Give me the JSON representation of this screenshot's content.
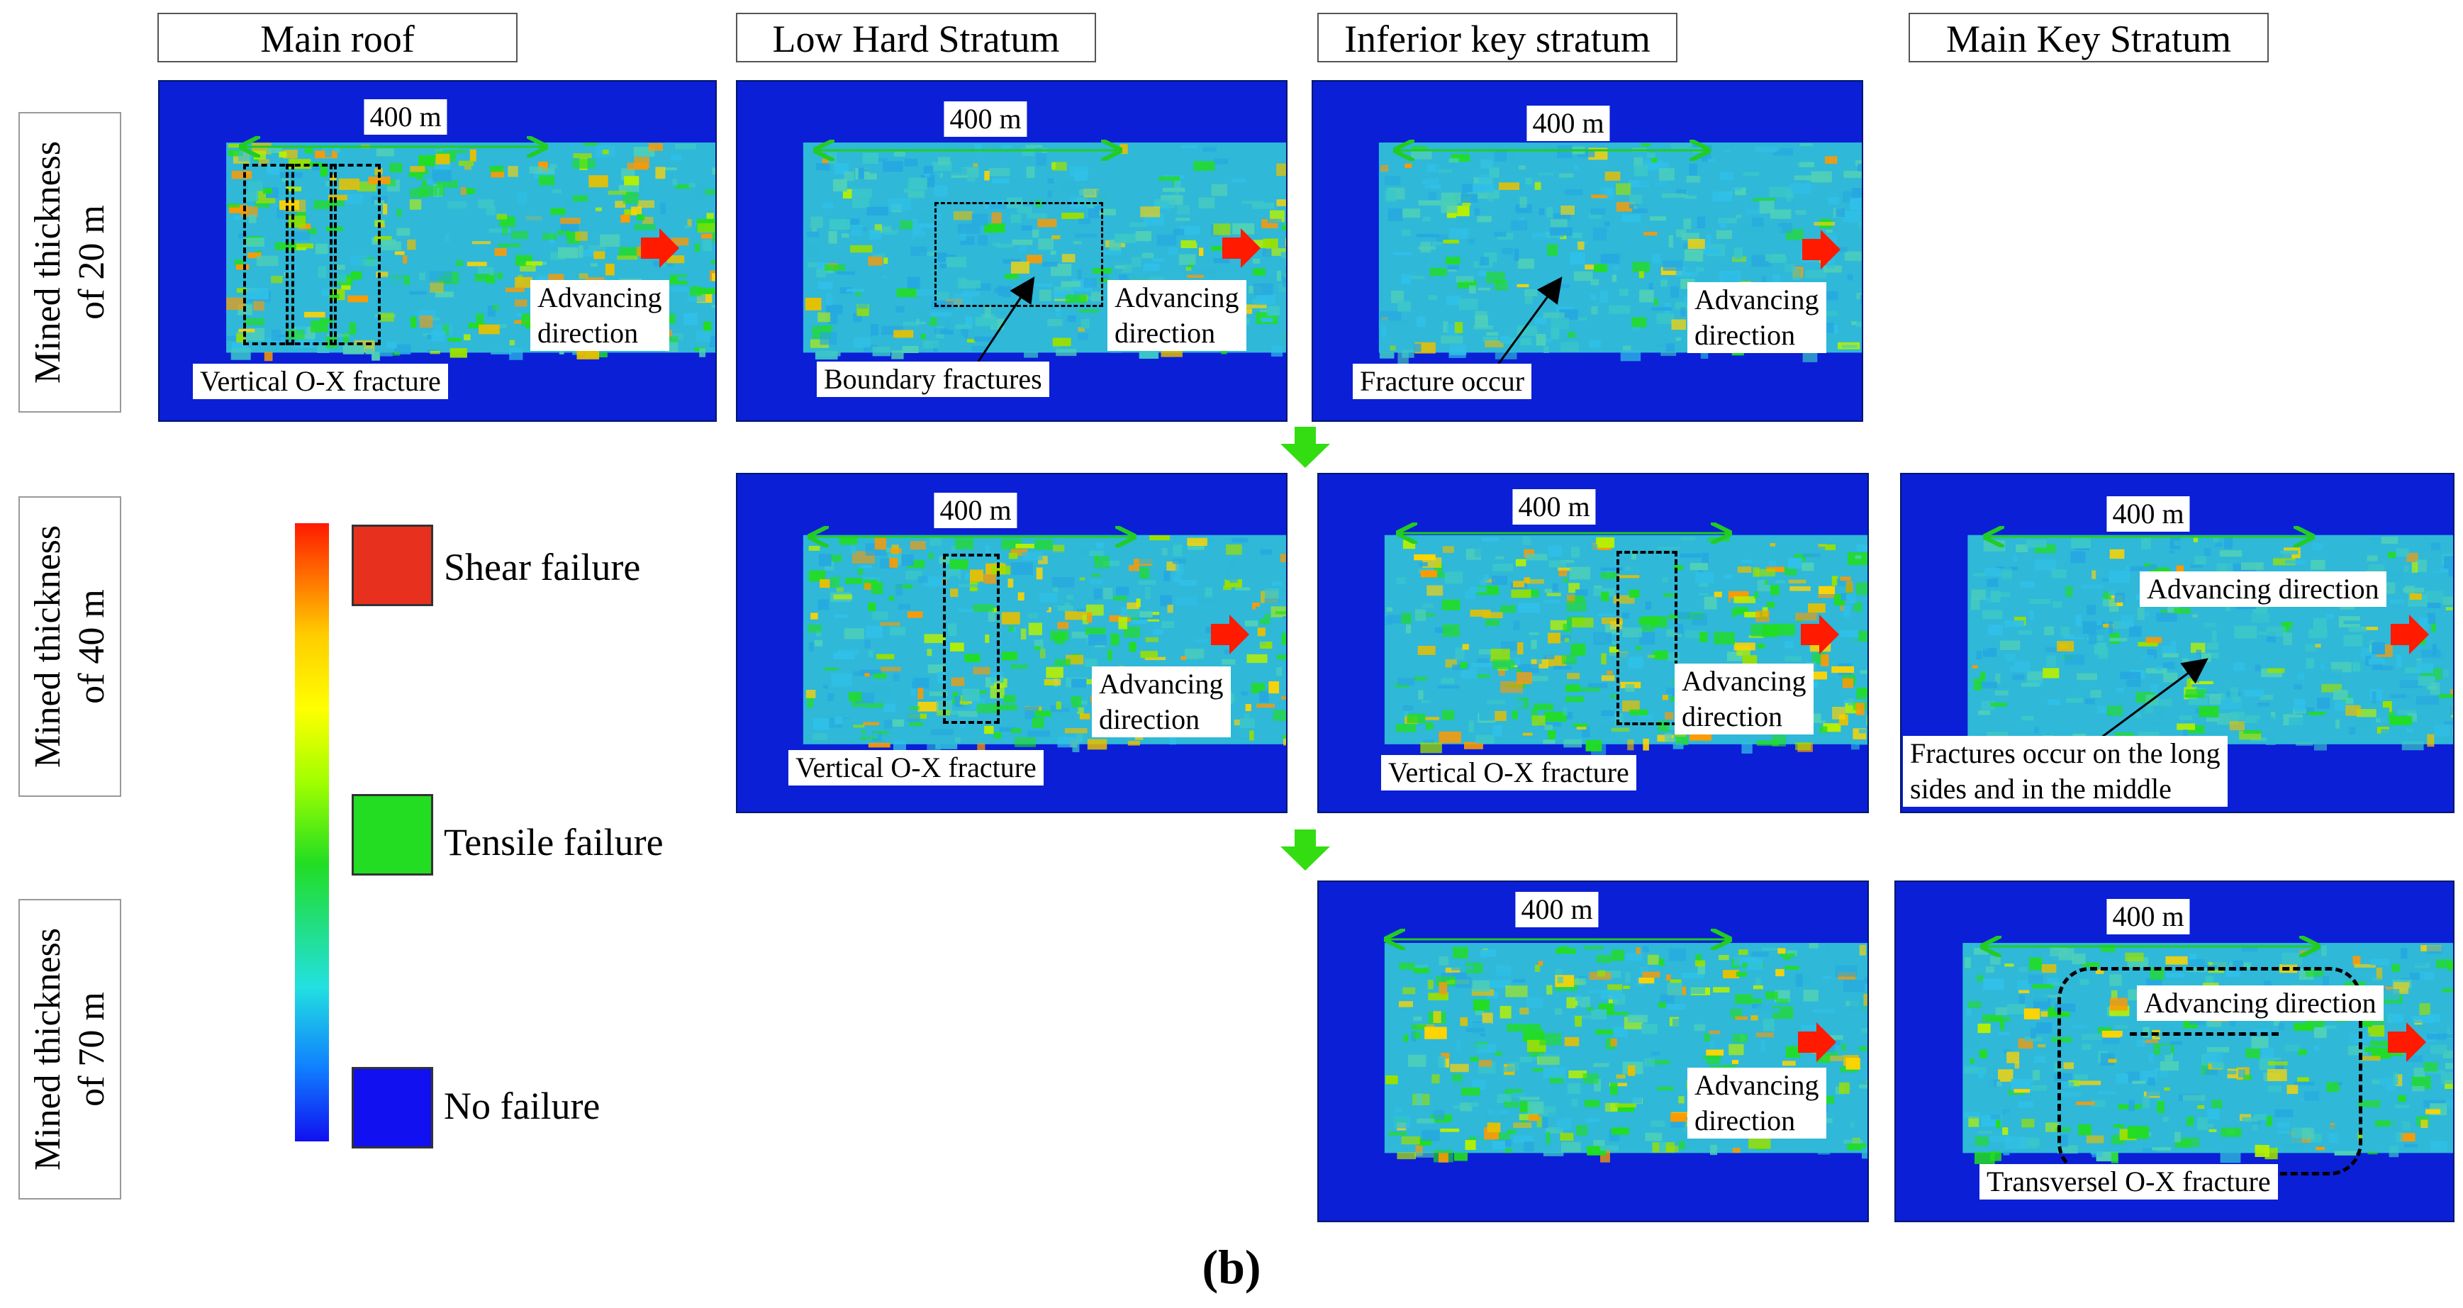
{
  "columns": [
    "Main roof",
    "Low Hard Stratum",
    "Inferior key stratum",
    "Main Key Stratum"
  ],
  "rows": [
    "Mined thickness of 20 m",
    "Mined thickness of 40 m",
    "Mined thickness of 70 m"
  ],
  "row_lines": [
    [
      "Mined thickness",
      "of 20 m"
    ],
    [
      "Mined thickness",
      "of 40 m"
    ],
    [
      "Mined thickness",
      "of 70 m"
    ]
  ],
  "distance": "400 m",
  "panels": {
    "r1c1": {
      "labels": [
        "Advancing",
        "direction"
      ],
      "note": "Vertical O-X fracture"
    },
    "r1c2": {
      "labels": [
        "Advancing",
        "direction"
      ],
      "note": "Boundary fractures"
    },
    "r1c3": {
      "labels": [
        "Advancing",
        "direction"
      ],
      "note": "Fracture occur"
    },
    "r2c2": {
      "labels": [
        "Advancing",
        "direction"
      ],
      "note": "Vertical O-X fracture"
    },
    "r2c3": {
      "labels": [
        "Advancing",
        "direction"
      ],
      "note": "Vertical O-X fracture"
    },
    "r2c4": {
      "labels": [
        "Advancing direction"
      ],
      "note": [
        "Fractures occur on the long",
        "sides and in the middle"
      ]
    },
    "r3c3": {
      "labels": [
        "Advancing",
        "direction"
      ],
      "note": ""
    },
    "r3c4": {
      "labels": [
        "Advancing direction"
      ],
      "note": "Transversel O-X fracture"
    }
  },
  "legend": [
    {
      "label": "Shear failure",
      "color": "#e8301e"
    },
    {
      "label": "Tensile failure",
      "color": "#22dd22"
    },
    {
      "label": "No failure",
      "color": "#1010f0"
    }
  ],
  "colors": {
    "background": "#0a1fd6",
    "strata": "#2fb8d8",
    "arrow": "#ff1a00",
    "flow_arrow": "#33dd11",
    "dimension_line": "#22cc22"
  },
  "caption": "(b)"
}
